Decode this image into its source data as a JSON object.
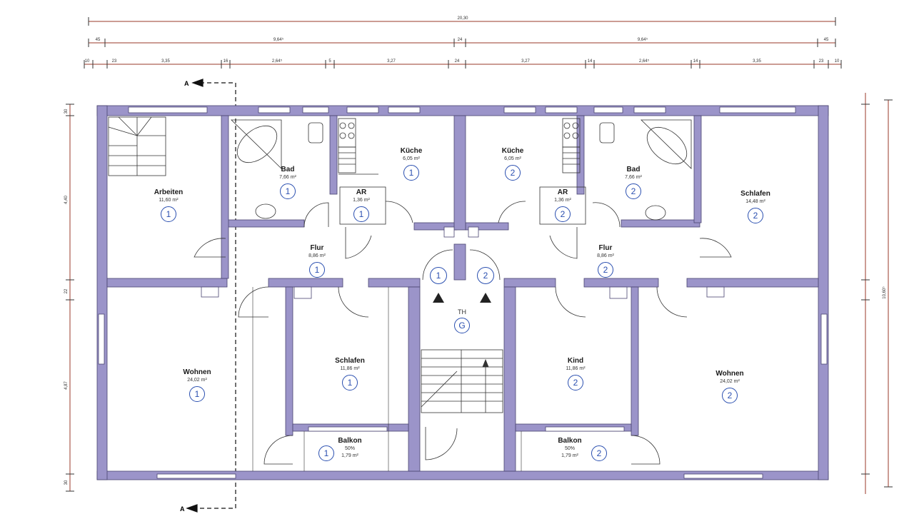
{
  "dimensions": {
    "overall": "20,30",
    "second_row": [
      "45",
      "9,64⁵",
      "24",
      "9,64⁵",
      "45"
    ],
    "third_row": [
      "10",
      "23",
      "3,35",
      "16",
      "2,64⁵",
      "5",
      "3,27",
      "24",
      "3,27",
      "14",
      "2,64⁵",
      "14",
      "3,35",
      "23",
      "10"
    ],
    "left_vertical": [
      "30",
      "4,40",
      "22",
      "4,87",
      "30"
    ],
    "right_vertical": [
      "10,60⁵"
    ]
  },
  "section_marker": {
    "top": "A",
    "bottom": "A"
  },
  "rooms": [
    {
      "id": "arbeiten",
      "name": "Arbeiten",
      "area": "11,60 m²",
      "unit": "1"
    },
    {
      "id": "bad-1",
      "name": "Bad",
      "area": "7,66 m²",
      "unit": "1"
    },
    {
      "id": "ar-1",
      "name": "AR",
      "area": "1,36 m²",
      "unit": "1"
    },
    {
      "id": "kueche-1",
      "name": "Küche",
      "area": "6,05 m²",
      "unit": "1"
    },
    {
      "id": "flur-1",
      "name": "Flur",
      "area": "8,86 m²",
      "unit": "1"
    },
    {
      "id": "wohnen-1",
      "name": "Wohnen",
      "area": "24,02 m²",
      "unit": "1"
    },
    {
      "id": "schlafen-1",
      "name": "Schlafen",
      "area": "11,86 m²",
      "unit": "1"
    },
    {
      "id": "balkon-1",
      "name": "Balkon",
      "area": "50%",
      "area2": "1,79 m²",
      "unit": "1"
    },
    {
      "id": "kueche-2",
      "name": "Küche",
      "area": "6,05 m²",
      "unit": "2"
    },
    {
      "id": "ar-2",
      "name": "AR",
      "area": "1,36 m²",
      "unit": "2"
    },
    {
      "id": "bad-2",
      "name": "Bad",
      "area": "7,66 m²",
      "unit": "2"
    },
    {
      "id": "schlafen-2",
      "name": "Schlafen",
      "area": "14,48 m²",
      "unit": "2"
    },
    {
      "id": "flur-2",
      "name": "Flur",
      "area": "8,86 m²",
      "unit": "2"
    },
    {
      "id": "kind-2",
      "name": "Kind",
      "area": "11,86 m²",
      "unit": "2"
    },
    {
      "id": "wohnen-2",
      "name": "Wohnen",
      "area": "24,02 m²",
      "unit": "2"
    },
    {
      "id": "balkon-2",
      "name": "Balkon",
      "area": "50%",
      "area2": "1,79 m²",
      "unit": "2"
    }
  ],
  "stairwell": {
    "label": "TH",
    "unit": "G",
    "entrance_1": "1",
    "entrance_2": "2"
  },
  "colors": {
    "wall": "#9b94c9",
    "wall_outline": "#4a4470",
    "unit_circle": "#2a4fb0",
    "dim_line": "#9a3a2a"
  }
}
